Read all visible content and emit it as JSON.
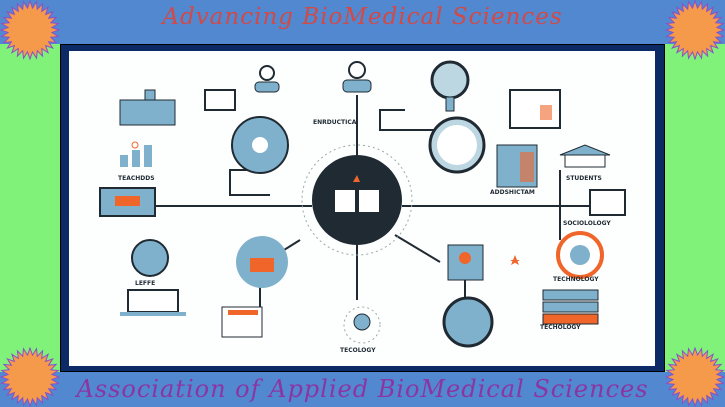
{
  "header": {
    "title": "Advancing BioMedical Sciences"
  },
  "footer": {
    "title": "Association of Applied BioMedical Sciences"
  },
  "colors": {
    "band": "#5288d0",
    "side": "#80f27a",
    "frame": "#0b2a66",
    "sun": "#f59a4a",
    "sun_edge": "#8b4fc8",
    "title_top": "#d14a48",
    "title_bottom": "#8b35a3",
    "accent": "#f0662a",
    "icon_blue": "#7fb1cc",
    "icon_dark": "#1f2a33"
  },
  "decorations": [
    "starburst-top-left",
    "starburst-top-right",
    "starburst-bottom-left",
    "starburst-bottom-right"
  ],
  "infographic": {
    "labels": {
      "enrducatica": "ENRDUCTICA",
      "teachers": "TEACHDDS",
      "addshictam": "ADDSHICTAM",
      "students": "STUDENTS",
      "sociology": "SOCIOLOLOGY",
      "technology_right": "TECHNOLOGY",
      "technology_bottom_right": "TECHOLOGY",
      "technology_bottom": "TECOLOGY",
      "leffe": "LEFFE"
    }
  }
}
